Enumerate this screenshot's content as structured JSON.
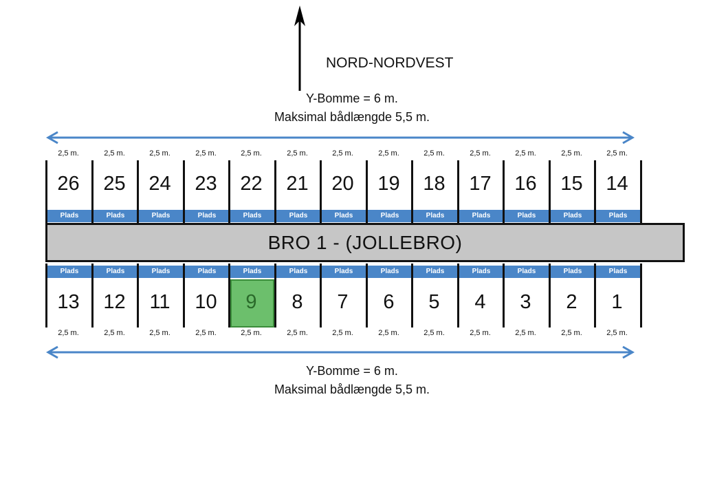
{
  "direction": {
    "label": "NORD-NORDVEST",
    "icon": "arrow-up-icon"
  },
  "top_info": {
    "line1": "Y-Bomme = 6 m.",
    "line2": "Maksimal bådlængde 5,5 m."
  },
  "bottom_info": {
    "line1": "Y-Bomme = 6 m.",
    "line2": "Maksimal bådlængde 5,5 m."
  },
  "dock": {
    "label": "BRO 1 - (JOLLEBRO)",
    "fill": "#c6c6c6"
  },
  "plads_label": "Plads",
  "berth_width_label": "2,5 m.",
  "top_row": [
    "26",
    "25",
    "24",
    "23",
    "22",
    "21",
    "20",
    "19",
    "18",
    "17",
    "16",
    "15",
    "14"
  ],
  "bottom_row": [
    "13",
    "12",
    "11",
    "10",
    "9",
    "8",
    "7",
    "6",
    "5",
    "4",
    "3",
    "2",
    "1"
  ],
  "highlighted_berth": "9",
  "colors": {
    "plads": "#4a86c8",
    "arrow": "#4a86c8",
    "highlight": "#6cbf6c"
  }
}
